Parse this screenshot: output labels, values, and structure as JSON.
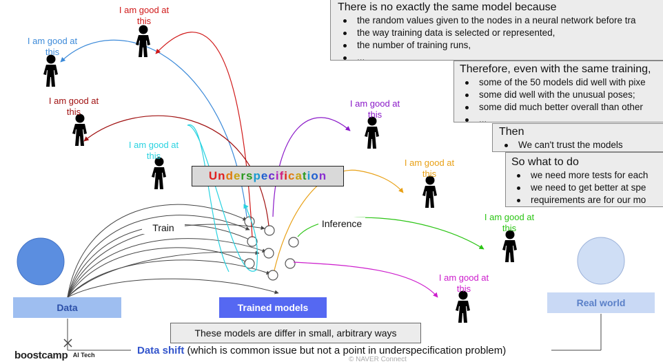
{
  "boxes": {
    "cause": {
      "heading": "There is no exactly the same model because",
      "items": [
        "the random values given to the nodes in a neural network before tra",
        "the way training data is selected or represented,",
        "the number of training runs,",
        "..."
      ]
    },
    "therefore": {
      "heading": "Therefore, even with the same training,",
      "items": [
        "some of the 50 models did well with pixe",
        "some did well with the unusual poses;",
        "some did much better overall than other",
        "..."
      ]
    },
    "then": {
      "heading": "Then",
      "items": [
        "We can't trust the models"
      ]
    },
    "what_to_do": {
      "heading": "So what to do",
      "items": [
        "we need more tests for each",
        "we need to get better at spe",
        "requirements are for our mo"
      ]
    }
  },
  "center_title": "Underspecification",
  "person_label_line1": "I am good at",
  "person_label_line2": "this",
  "labels": {
    "train": "Train",
    "inference": "Inference",
    "data": "Data",
    "trained_models": "Trained models",
    "real_world": "Real world"
  },
  "note": "These models are differ in small, arbitrary ways",
  "data_shift": {
    "bold": "Data shift",
    "rest": " (which is common issue but not a point in underspecification problem)"
  },
  "logo": {
    "name": "boostcamp",
    "sub": "AI Tech"
  },
  "footer_partial": "© NAVER Connect",
  "colors": {
    "blue": "#3c8ad9",
    "darkred": "#a01010",
    "red": "#d01818",
    "cyan": "#28d2e0",
    "purple": "#8a18c8",
    "orange": "#e8a015",
    "green": "#2bc414",
    "magenta": "#cc1ccc",
    "data_fill": "#5b8ee0",
    "data_label_bg": "#9ebef0",
    "trained_bg": "#5568f2",
    "realworld_fill": "#cfdef5",
    "realworld_label_bg": "#c9d9f5",
    "realworld_text": "#5a80c8",
    "data_shift_text": "#3355cc"
  }
}
